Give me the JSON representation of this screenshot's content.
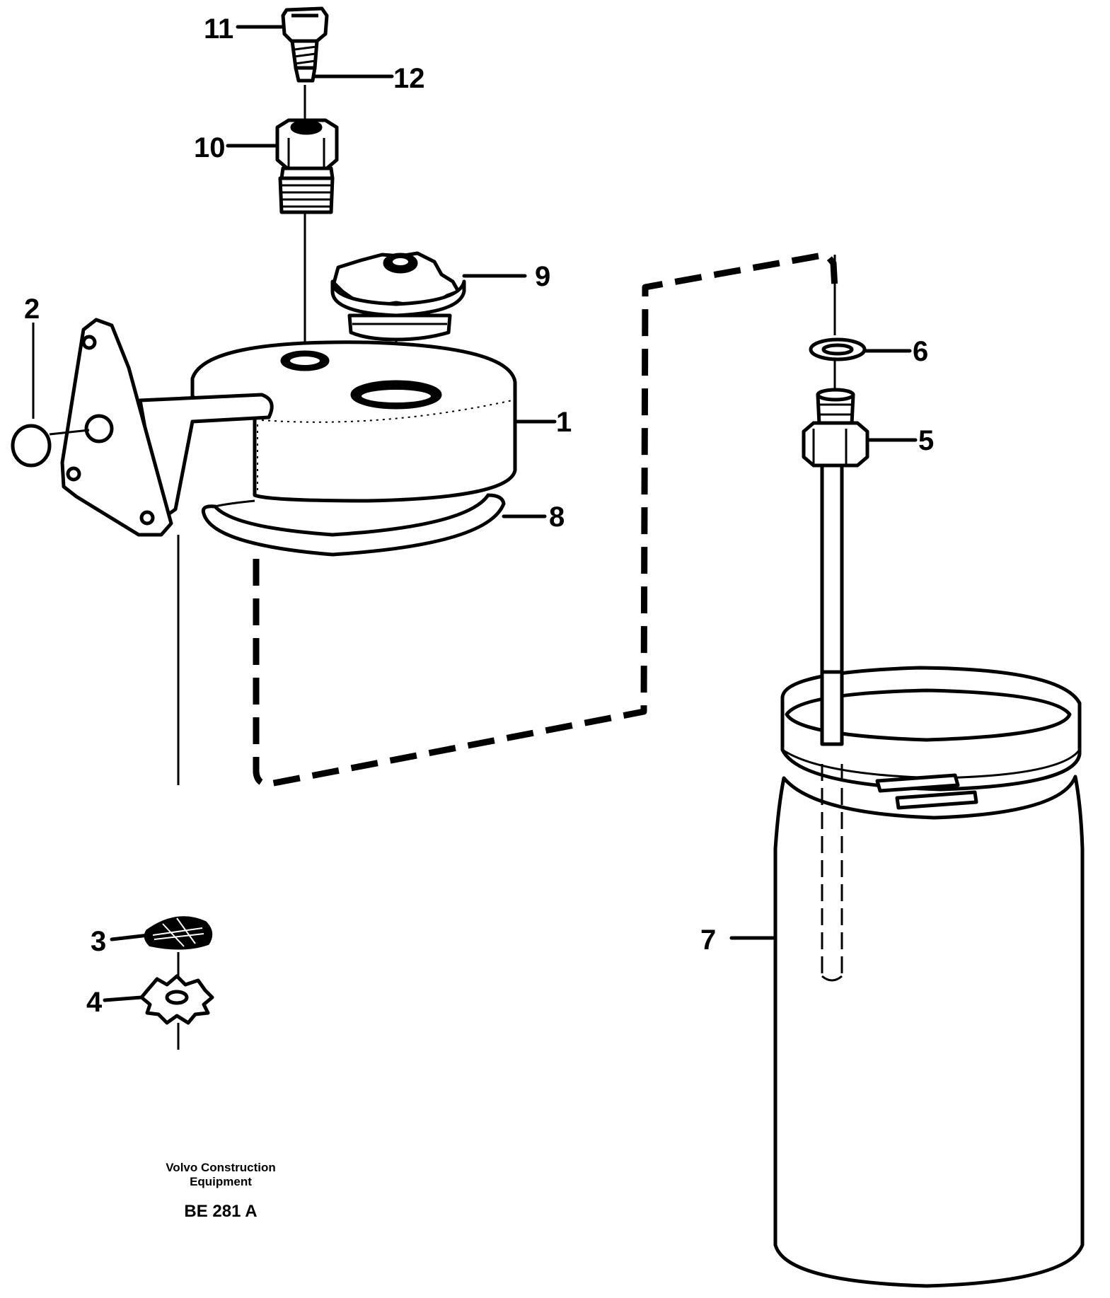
{
  "callouts": {
    "c1": "1",
    "c2": "2",
    "c3": "3",
    "c4": "4",
    "c5": "5",
    "c6": "6",
    "c7": "7",
    "c8": "8",
    "c9": "9",
    "c10": "10",
    "c11": "11",
    "c12": "12"
  },
  "caption": {
    "line1": "Volvo Construction",
    "line2": "Equipment",
    "code": "BE 281 A"
  },
  "colors": {
    "ink": "#000000",
    "paper": "#ffffff"
  }
}
